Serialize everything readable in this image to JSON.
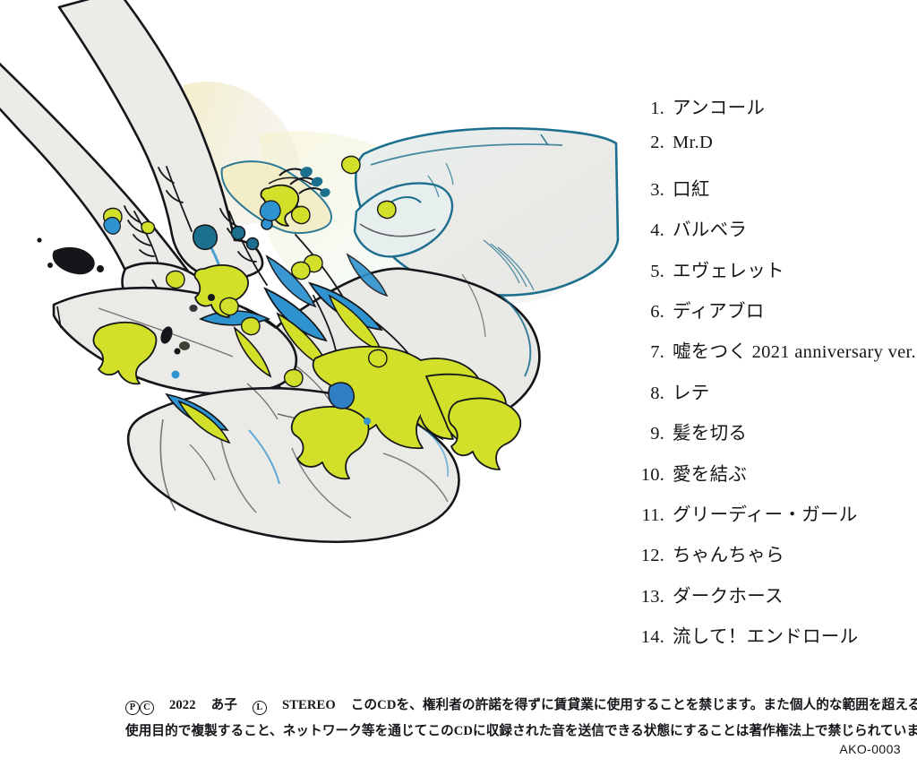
{
  "cover": {
    "catalog_number": "AKO-0003",
    "palette": {
      "ink_black": "#14161a",
      "ink_teal": "#1d6f8e",
      "ink_blue": "#2f93cf",
      "flower_yellow_green": "#d2e02a",
      "cloth_grey": "#e8e8e5",
      "skin_grey": "#ecebe7",
      "wash_yellow": "#f4eec2",
      "wash_cyan": "#d8eef0",
      "background": "#ffffff"
    }
  },
  "tracklist": [
    {
      "number": "1.",
      "title": "アンコール"
    },
    {
      "number": "2.",
      "title": "Mr.D"
    },
    {
      "number": "3.",
      "title": "口紅"
    },
    {
      "number": "4.",
      "title": "バルベラ"
    },
    {
      "number": "5.",
      "title": "エヴェレット"
    },
    {
      "number": "6.",
      "title": "ディアブロ"
    },
    {
      "number": "7.",
      "title": "嘘をつく 2021 anniversary ver."
    },
    {
      "number": "8.",
      "title": "レテ"
    },
    {
      "number": "9.",
      "title": "髪を切る"
    },
    {
      "number": "10.",
      "title": "愛を結ぶ"
    },
    {
      "number": "11.",
      "title": "グリーディー・ガール"
    },
    {
      "number": "12.",
      "title": "ちゃんちゃら"
    },
    {
      "number": "13.",
      "title": "ダークホース"
    },
    {
      "number": "14.",
      "title": "流して！エンドロール"
    }
  ],
  "legal": {
    "p_mark": "P",
    "c_mark": "C",
    "year": "2022",
    "artist": "あ子",
    "l_mark": "L",
    "sound_mode": "STEREO",
    "notice_line1": "このCDを、権利者の許諾を得ずに賃貸業に使用することを禁じます。また個人的な範囲を超える",
    "notice_line2": "使用目的で複製すること、ネットワーク等を通じてこのCDに収録された音を送信できる状態にすることは著作権法上で禁じられています。"
  }
}
